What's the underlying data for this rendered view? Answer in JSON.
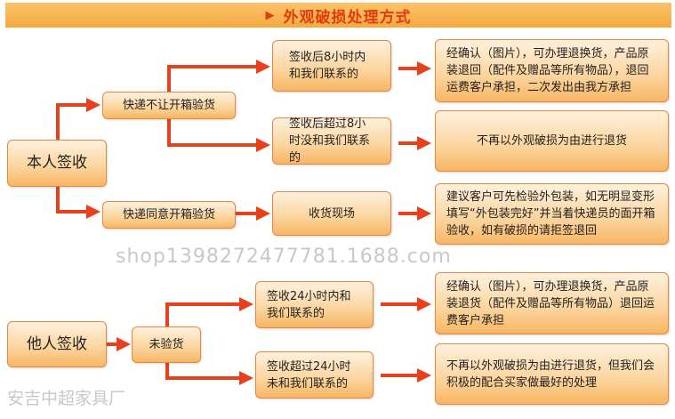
{
  "title": "外观破损处理方式",
  "colors": {
    "accent": "#e8401c",
    "title": "#e23b10"
  },
  "self_sign": {
    "root": "本人签收",
    "no_inspect": "快递不让开箱验货",
    "allow_inspect": "快递同意开箱验货",
    "within_8h": "签收后8小时内和我们联系的",
    "over_8h": "签收后超过8小时没和我们联系的",
    "on_site": "收货现场",
    "result_within_8h": "经确认（图片），可办理退换货，产品原装退回（配件及赠品等所有物品），退回运费客户承担，二次发出由我方承担",
    "result_over_8h": "不再以外观破损为由进行退货",
    "result_on_site": "建议客户可先检验外包装，如无明显变形填写“外包装完好”并当着快递员的面开箱验收，如有破损的请拒签退回"
  },
  "other_sign": {
    "root": "他人签收",
    "not_inspected": "未验货",
    "within_24h": "签收24小时内和我们联系的",
    "over_24h": "签收超过24小时未和我们联系的",
    "result_within_24h": "经确认（图片），可办理退换货，产品原装退货（配件及赠品等所有物品）退回运费客户承担",
    "result_over_24h": "不再以外观破损为由进行退货，但我们会积极的配合买家做最好的处理"
  },
  "watermark": {
    "name": "安吉中超家具厂",
    "url": "shop1398272477781.1688.com"
  }
}
